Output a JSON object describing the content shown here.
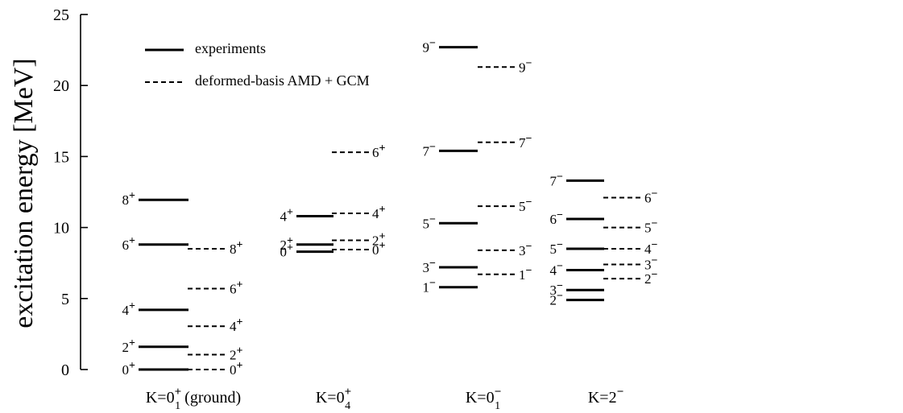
{
  "chart_data": {
    "type": "level-scheme",
    "ylabel": "excitation energy [MeV]",
    "ylim": [
      0,
      25
    ],
    "yticks": [
      0,
      5,
      10,
      15,
      20,
      25
    ],
    "grid": false,
    "legend_position": "top-left",
    "legend": [
      {
        "label": "experiments",
        "style": "solid"
      },
      {
        "label": "deformed-basis AMD + GCM",
        "style": "dashed"
      }
    ],
    "groups": [
      {
        "id": "g1",
        "label": {
          "base": "K=0",
          "sup": "+",
          "sub": "1",
          "suffix": " (ground)"
        },
        "experiments": [
          {
            "jpi": "0+",
            "spin": "0",
            "parity": "+",
            "e": 0.0
          },
          {
            "jpi": "2+",
            "spin": "2",
            "parity": "+",
            "e": 1.6
          },
          {
            "jpi": "4+",
            "spin": "4",
            "parity": "+",
            "e": 4.2
          },
          {
            "jpi": "6+",
            "spin": "6",
            "parity": "+",
            "e": 8.8
          },
          {
            "jpi": "8+",
            "spin": "8",
            "parity": "+",
            "e": 11.95
          }
        ],
        "theory": [
          {
            "jpi": "0+",
            "spin": "0",
            "parity": "+",
            "e": 0.0
          },
          {
            "jpi": "2+",
            "spin": "2",
            "parity": "+",
            "e": 1.05
          },
          {
            "jpi": "4+",
            "spin": "4",
            "parity": "+",
            "e": 3.05
          },
          {
            "jpi": "6+",
            "spin": "6",
            "parity": "+",
            "e": 5.7
          },
          {
            "jpi": "8+",
            "spin": "8",
            "parity": "+",
            "e": 8.5
          }
        ]
      },
      {
        "id": "g2",
        "label": {
          "base": "K=0",
          "sup": "+",
          "sub": "4",
          "suffix": ""
        },
        "experiments": [
          {
            "jpi": "0+",
            "spin": "0",
            "parity": "+",
            "e": 8.3
          },
          {
            "jpi": "2+",
            "spin": "2",
            "parity": "+",
            "e": 8.8
          },
          {
            "jpi": "4+",
            "spin": "4",
            "parity": "+",
            "e": 10.8
          }
        ],
        "theory": [
          {
            "jpi": "0+",
            "spin": "0",
            "parity": "+",
            "e": 8.45
          },
          {
            "jpi": "2+",
            "spin": "2",
            "parity": "+",
            "e": 9.1
          },
          {
            "jpi": "4+",
            "spin": "4",
            "parity": "+",
            "e": 11.0
          },
          {
            "jpi": "6+",
            "spin": "6",
            "parity": "+",
            "e": 15.3
          }
        ]
      },
      {
        "id": "g3",
        "label": {
          "base": "K=0",
          "sup": "-",
          "sub": "1",
          "suffix": ""
        },
        "experiments": [
          {
            "jpi": "1-",
            "spin": "1",
            "parity": "-",
            "e": 5.8
          },
          {
            "jpi": "3-",
            "spin": "3",
            "parity": "-",
            "e": 7.2
          },
          {
            "jpi": "5-",
            "spin": "5",
            "parity": "-",
            "e": 10.3
          },
          {
            "jpi": "7-",
            "spin": "7",
            "parity": "-",
            "e": 15.4
          },
          {
            "jpi": "9-",
            "spin": "9",
            "parity": "-",
            "e": 22.7
          }
        ],
        "theory": [
          {
            "jpi": "1-",
            "spin": "1",
            "parity": "-",
            "e": 6.7
          },
          {
            "jpi": "3-",
            "spin": "3",
            "parity": "-",
            "e": 8.4
          },
          {
            "jpi": "5-",
            "spin": "5",
            "parity": "-",
            "e": 11.5
          },
          {
            "jpi": "7-",
            "spin": "7",
            "parity": "-",
            "e": 16.0
          },
          {
            "jpi": "9-",
            "spin": "9",
            "parity": "-",
            "e": 21.3
          }
        ]
      },
      {
        "id": "g4",
        "label": {
          "base": "K=2",
          "sup": "-",
          "sub": "",
          "suffix": ""
        },
        "experiments": [
          {
            "jpi": "2-",
            "spin": "2",
            "parity": "-",
            "e": 4.9
          },
          {
            "jpi": "3-",
            "spin": "3",
            "parity": "-",
            "e": 5.6
          },
          {
            "jpi": "4-",
            "spin": "4",
            "parity": "-",
            "e": 7.0
          },
          {
            "jpi": "5-",
            "spin": "5",
            "parity": "-",
            "e": 8.5
          },
          {
            "jpi": "6-",
            "spin": "6",
            "parity": "-",
            "e": 10.6
          },
          {
            "jpi": "7-",
            "spin": "7",
            "parity": "-",
            "e": 13.3
          }
        ],
        "theory": [
          {
            "jpi": "2-",
            "spin": "2",
            "parity": "-",
            "e": 6.4
          },
          {
            "jpi": "3-",
            "spin": "3",
            "parity": "-",
            "e": 7.4
          },
          {
            "jpi": "4-",
            "spin": "4",
            "parity": "-",
            "e": 8.5
          },
          {
            "jpi": "5-",
            "spin": "5",
            "parity": "-",
            "e": 10.0
          },
          {
            "jpi": "6-",
            "spin": "6",
            "parity": "-",
            "e": 12.1
          }
        ]
      }
    ]
  }
}
